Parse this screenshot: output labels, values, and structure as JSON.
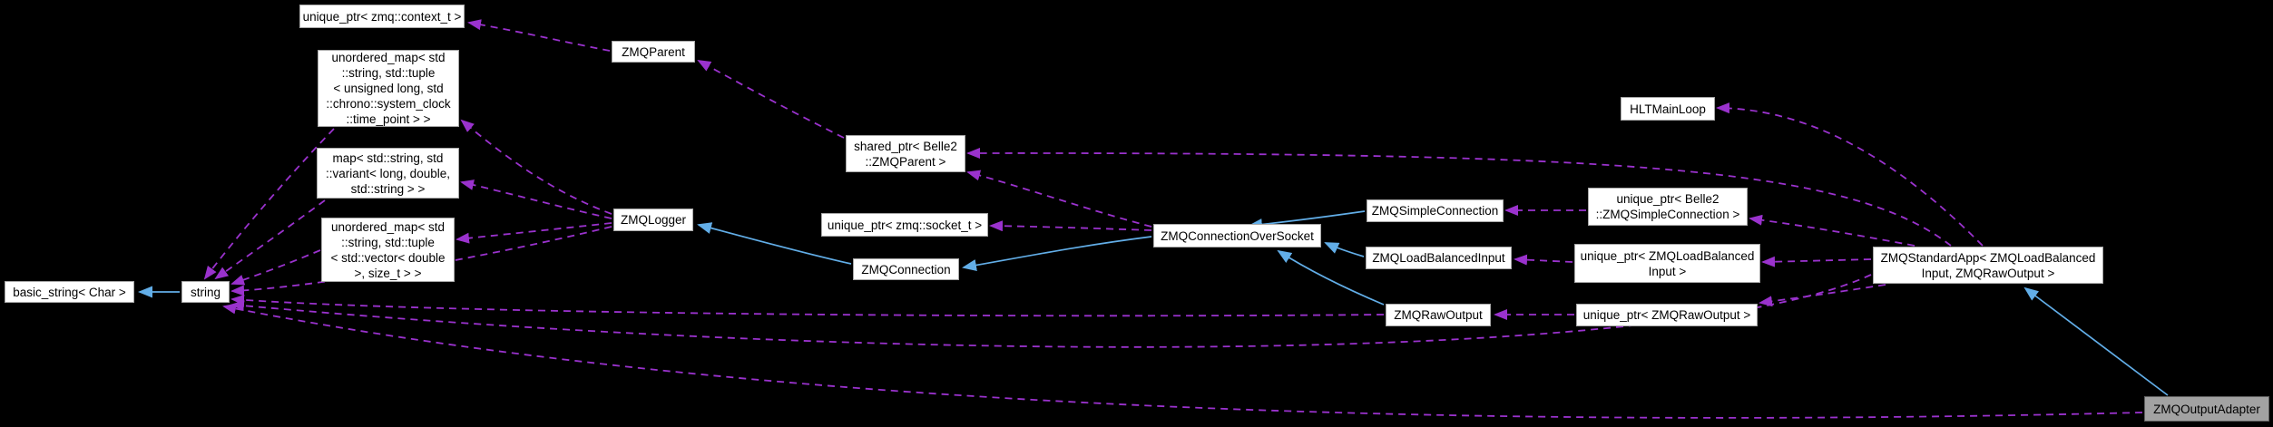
{
  "diagram": {
    "kind": "collaboration-graph",
    "background": "#000000",
    "colors": {
      "usage_edge": "#9a32cd",
      "inheritance_edge": "#62aee8",
      "node_fill": "#ffffff",
      "node_border": "#a8a8a8",
      "highlight_node_fill": "#a2a2a2",
      "highlight_node_border": "#5e5e5e",
      "node_text": "#000000"
    }
  },
  "nodes": [
    {
      "id": "unique-ptr-zmq-context",
      "label": "unique_ptr< zmq::context_t >",
      "highlight": false
    },
    {
      "id": "zmq-parent",
      "label": "ZMQParent",
      "highlight": false
    },
    {
      "id": "unordered-map-time-point",
      "label": "unordered_map< std\n::string, std::tuple\n< unsigned long, std\n::chrono::system_clock\n::time_point > >",
      "highlight": false
    },
    {
      "id": "map-variant",
      "label": "map< std::string, std\n::variant< long, double,\nstd::string > >",
      "highlight": false
    },
    {
      "id": "basic-string-char",
      "label": "basic_string< Char >",
      "highlight": false
    },
    {
      "id": "string",
      "label": "string",
      "highlight": false
    },
    {
      "id": "unordered-map-vector",
      "label": "unordered_map< std\n::string, std::tuple\n< std::vector< double\n>, size_t > >",
      "highlight": false
    },
    {
      "id": "zmq-logger",
      "label": "ZMQLogger",
      "highlight": false
    },
    {
      "id": "unique-ptr-zmq-socket",
      "label": "unique_ptr< zmq::socket_t >",
      "highlight": false
    },
    {
      "id": "zmq-connection",
      "label": "ZMQConnection",
      "highlight": false
    },
    {
      "id": "shared-ptr-belle2-zmq-parent",
      "label": "shared_ptr< Belle2\n::ZMQParent >",
      "highlight": false
    },
    {
      "id": "hlt-main-loop",
      "label": "HLTMainLoop",
      "highlight": false
    },
    {
      "id": "zmq-connection-over-socket",
      "label": "ZMQConnectionOverSocket",
      "highlight": false
    },
    {
      "id": "zmq-simple-connection",
      "label": "ZMQSimpleConnection",
      "highlight": false
    },
    {
      "id": "unique-ptr-belle2-zmq-simple-connection",
      "label": "unique_ptr< Belle2\n::ZMQSimpleConnection >",
      "highlight": false
    },
    {
      "id": "zmq-load-balanced-input",
      "label": "ZMQLoadBalancedInput",
      "highlight": false
    },
    {
      "id": "unique-ptr-zmq-load-balanced-input",
      "label": "unique_ptr< ZMQLoadBalanced\nInput >",
      "highlight": false
    },
    {
      "id": "zmq-raw-output",
      "label": "ZMQRawOutput",
      "highlight": false
    },
    {
      "id": "unique-ptr-zmq-raw-output",
      "label": "unique_ptr< ZMQRawOutput >",
      "highlight": false
    },
    {
      "id": "zmq-standard-app",
      "label": "ZMQStandardApp< ZMQLoadBalanced\nInput, ZMQRawOutput >",
      "highlight": false
    },
    {
      "id": "zmq-output-adapter",
      "label": "ZMQOutputAdapter",
      "highlight": true
    }
  ],
  "edges": [
    {
      "from": "zmq-parent",
      "to": "unique-ptr-zmq-context",
      "type": "uses"
    },
    {
      "from": "shared-ptr-belle2-zmq-parent",
      "to": "zmq-parent",
      "type": "uses"
    },
    {
      "from": "zmq-logger",
      "to": "unordered-map-time-point",
      "type": "uses"
    },
    {
      "from": "zmq-logger",
      "to": "map-variant",
      "type": "uses"
    },
    {
      "from": "zmq-logger",
      "to": "unordered-map-vector",
      "type": "uses"
    },
    {
      "from": "zmq-logger",
      "to": "string",
      "type": "uses"
    },
    {
      "from": "unordered-map-time-point",
      "to": "string",
      "type": "uses"
    },
    {
      "from": "map-variant",
      "to": "string",
      "type": "uses"
    },
    {
      "from": "unordered-map-vector",
      "to": "string",
      "type": "uses"
    },
    {
      "from": "string",
      "to": "basic-string-char",
      "type": "inherits"
    },
    {
      "from": "zmq-connection",
      "to": "zmq-logger",
      "type": "inherits"
    },
    {
      "from": "zmq-connection-over-socket",
      "to": "zmq-connection",
      "type": "inherits"
    },
    {
      "from": "zmq-connection-over-socket",
      "to": "unique-ptr-zmq-socket",
      "type": "uses"
    },
    {
      "from": "zmq-connection-over-socket",
      "to": "shared-ptr-belle2-zmq-parent",
      "type": "uses"
    },
    {
      "from": "zmq-simple-connection",
      "to": "zmq-connection-over-socket",
      "type": "inherits"
    },
    {
      "from": "zmq-load-balanced-input",
      "to": "zmq-connection-over-socket",
      "type": "inherits"
    },
    {
      "from": "zmq-raw-output",
      "to": "zmq-connection-over-socket",
      "type": "inherits"
    },
    {
      "from": "zmq-raw-output",
      "to": "string",
      "type": "uses"
    },
    {
      "from": "unique-ptr-belle2-zmq-simple-connection",
      "to": "zmq-simple-connection",
      "type": "uses"
    },
    {
      "from": "unique-ptr-zmq-load-balanced-input",
      "to": "zmq-load-balanced-input",
      "type": "uses"
    },
    {
      "from": "unique-ptr-zmq-raw-output",
      "to": "zmq-raw-output",
      "type": "uses"
    },
    {
      "from": "zmq-standard-app",
      "to": "hlt-main-loop",
      "type": "uses"
    },
    {
      "from": "zmq-standard-app",
      "to": "shared-ptr-belle2-zmq-parent",
      "type": "uses"
    },
    {
      "from": "zmq-standard-app",
      "to": "unique-ptr-belle2-zmq-simple-connection",
      "type": "uses"
    },
    {
      "from": "zmq-standard-app",
      "to": "unique-ptr-zmq-load-balanced-input",
      "type": "uses"
    },
    {
      "from": "zmq-standard-app",
      "to": "unique-ptr-zmq-raw-output",
      "type": "uses"
    },
    {
      "from": "zmq-standard-app",
      "to": "string",
      "type": "uses"
    },
    {
      "from": "zmq-output-adapter",
      "to": "zmq-standard-app",
      "type": "inherits"
    },
    {
      "from": "zmq-output-adapter",
      "to": "string",
      "type": "uses"
    }
  ]
}
